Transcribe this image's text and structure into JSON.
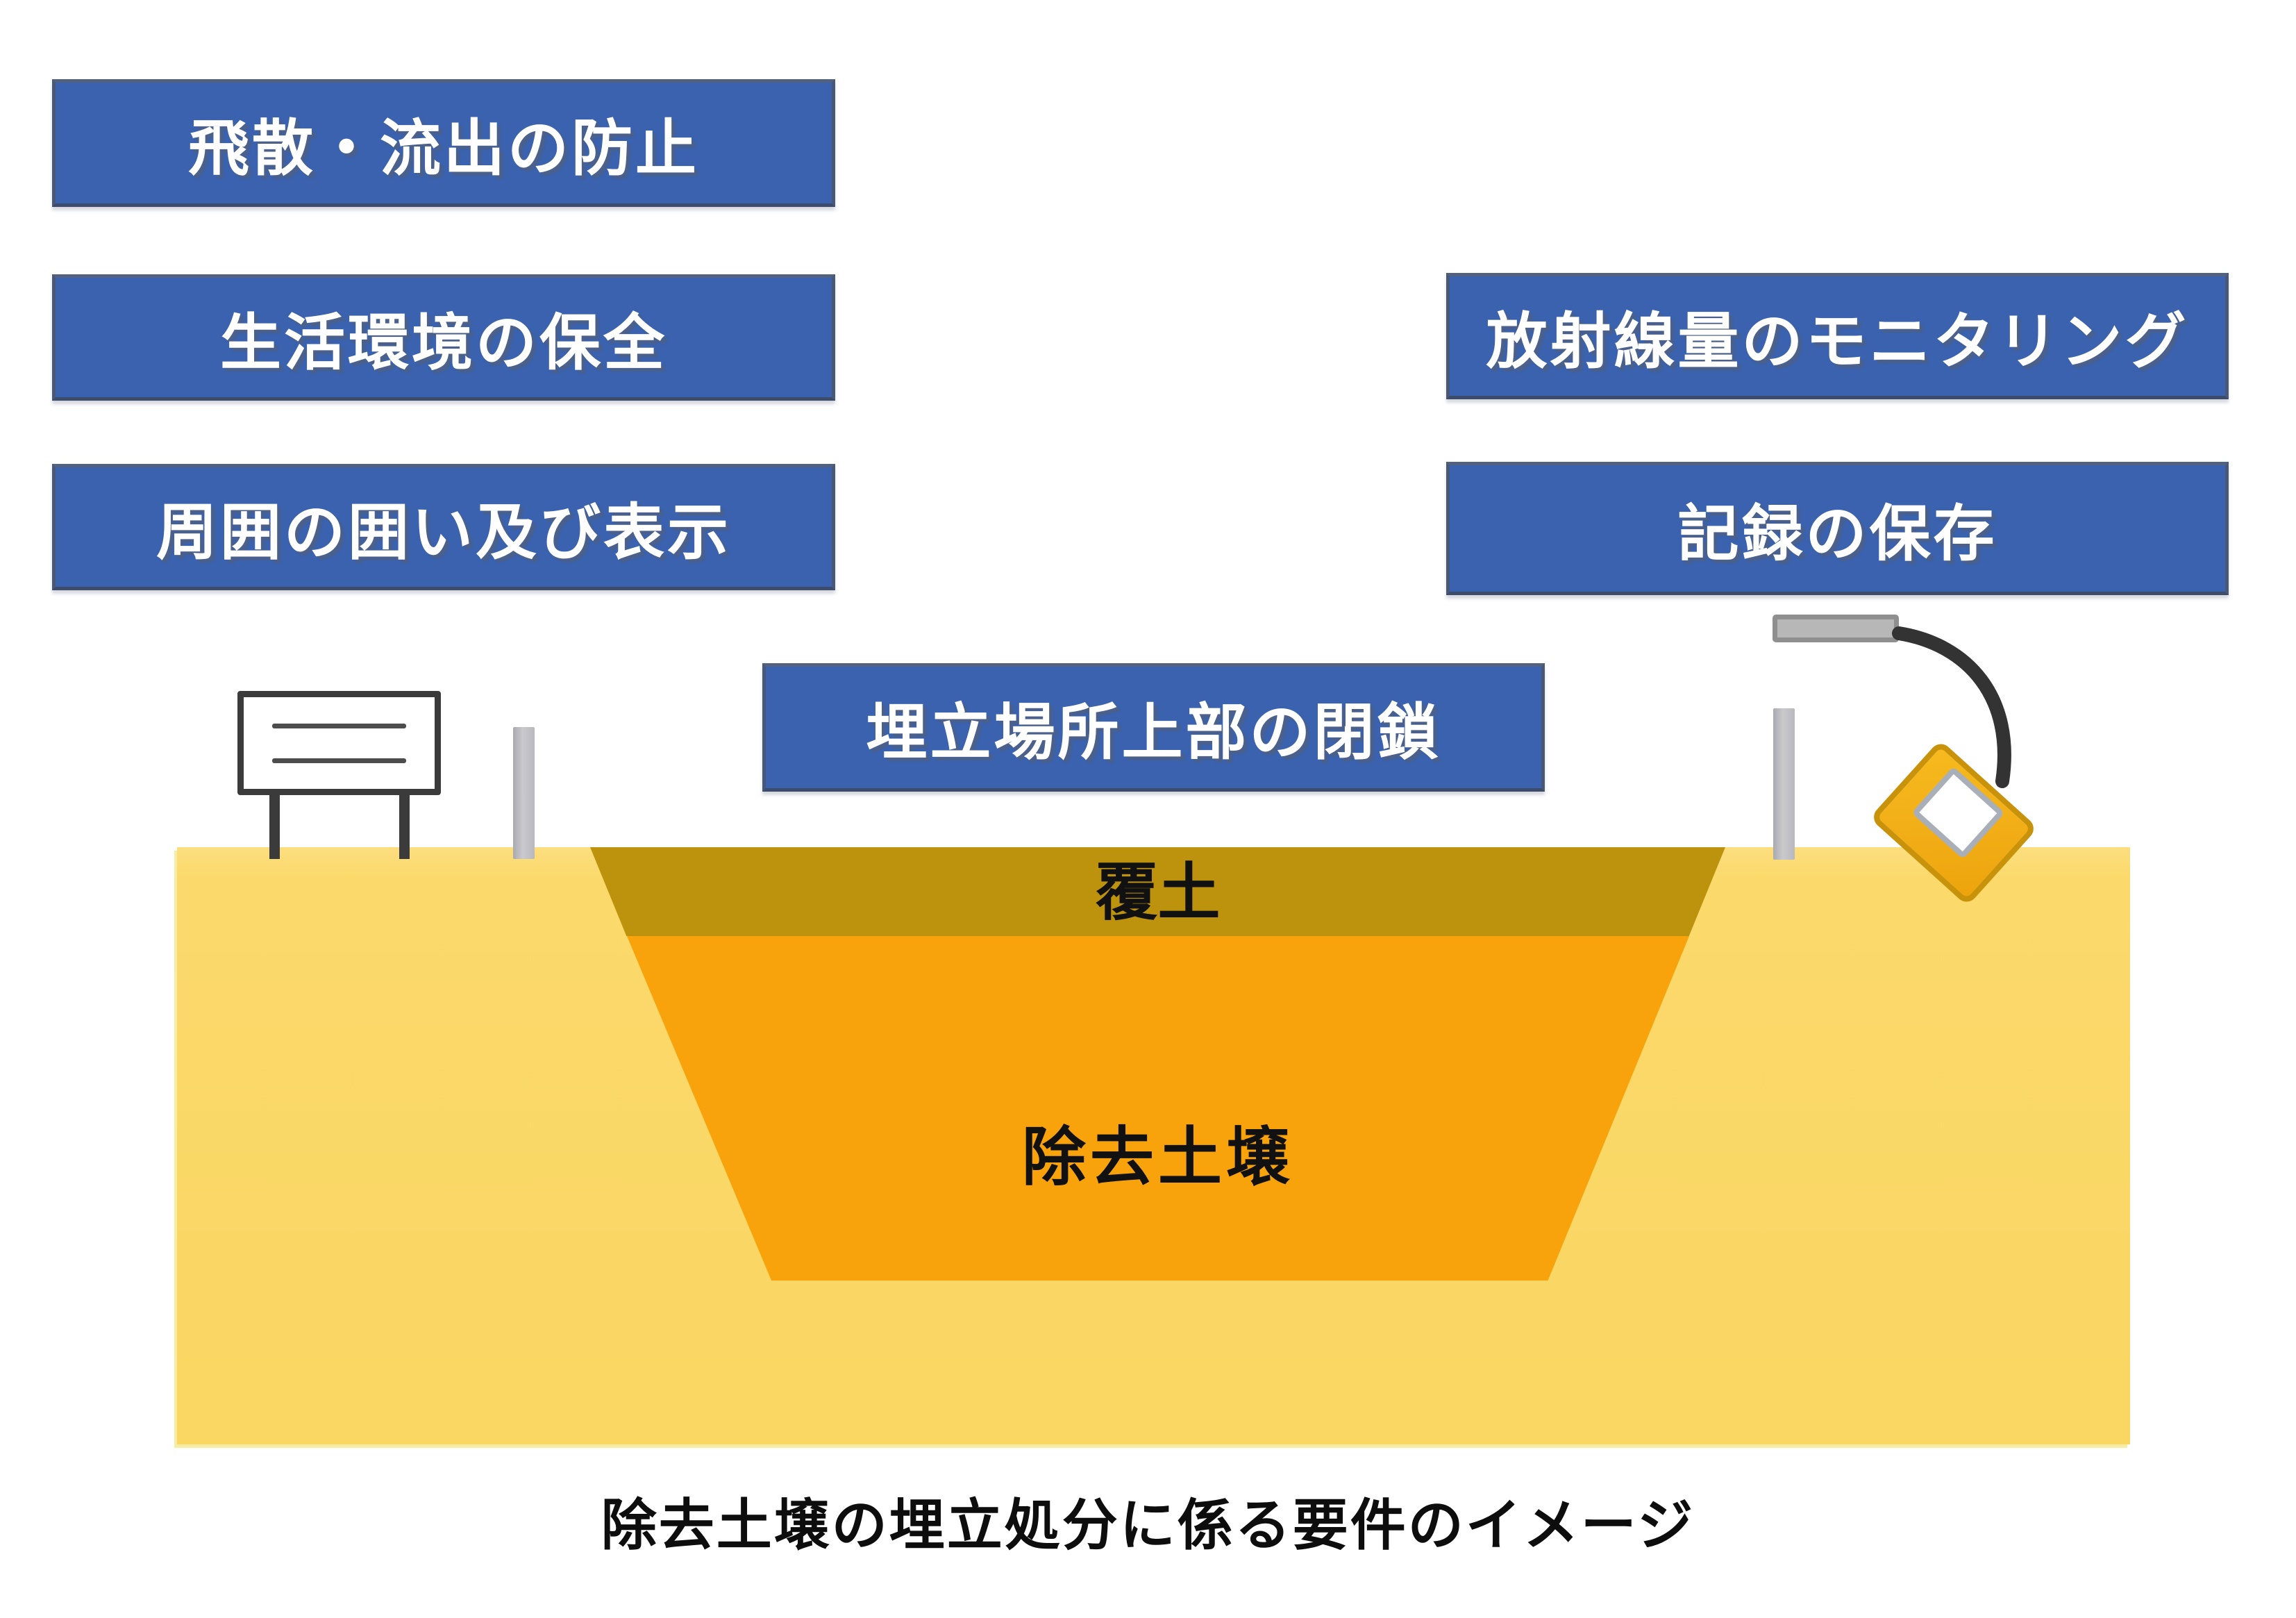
{
  "boxes": {
    "scatter_prevention": "飛散・流出の防止",
    "living_environment": "生活環境の保全",
    "enclosure_display": "周囲の囲い及び表示",
    "radiation_monitoring": "放射線量のモニタリング",
    "record_keeping": "記録の保存",
    "landfill_closure": "埋立場所上部の閉鎖"
  },
  "soil": {
    "cover_soil": "覆土",
    "removed_soil": "除去土壌"
  },
  "caption": {
    "text": "除去土壌の埋立処分に係る要件のイメージ"
  },
  "colors": {
    "label_box_blue": "#3A62AE",
    "label_box_border": "#4A5878",
    "label_text_white": "#FFFFFF",
    "ground_yellow": "#FBD96B",
    "cover_soil_band": "#BD920D",
    "removed_soil_orange": "#F8A30B",
    "post_gray": "#BFBFC5",
    "sign_frame_dark": "#3B3B3B",
    "device_yellow": "#F2AE17",
    "device_border": "#C8930A",
    "cable_black": "#333333"
  }
}
